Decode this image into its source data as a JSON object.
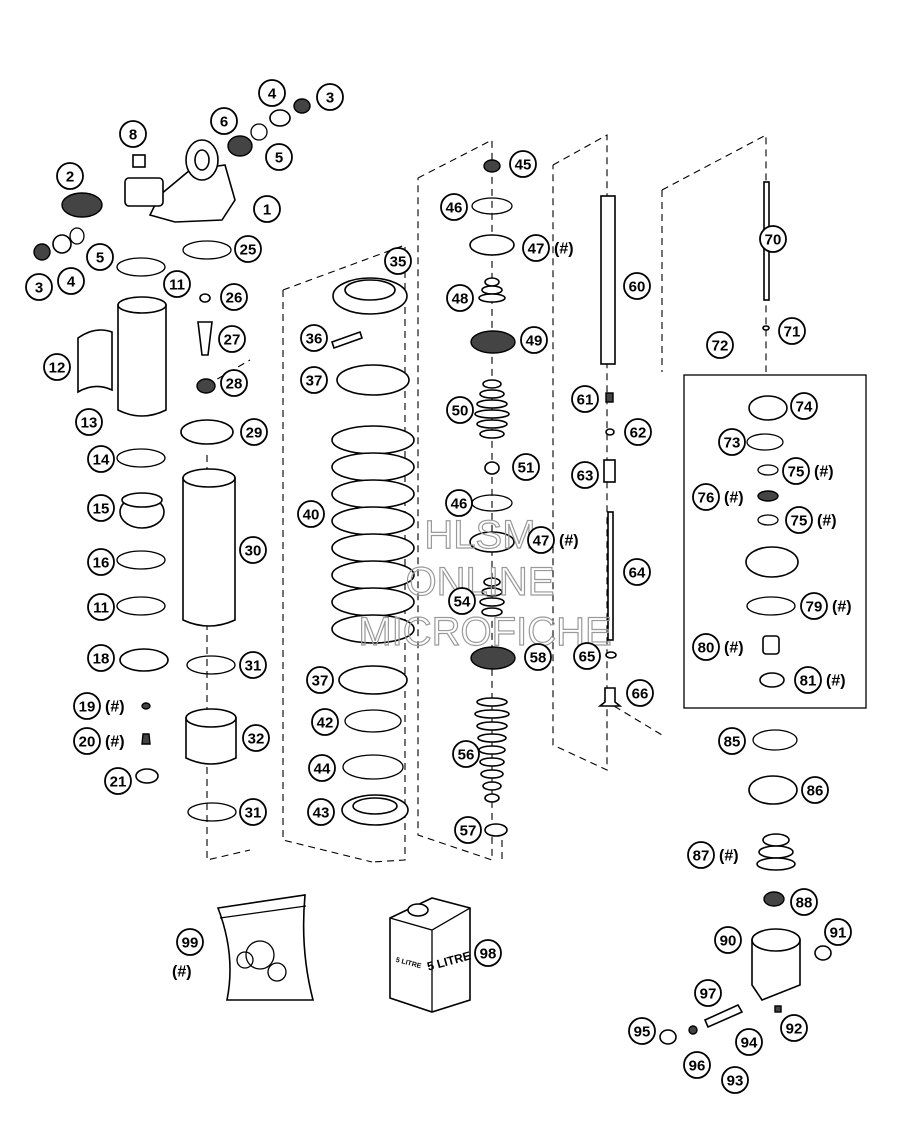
{
  "watermark": {
    "lines": [
      "HLSM",
      "ONLINE",
      "MICROFICHE"
    ]
  },
  "hash_mark": "(#)",
  "callouts": [
    {
      "n": "1"
    },
    {
      "n": "2"
    },
    {
      "n": "3"
    },
    {
      "n": "3b",
      "label": "3"
    },
    {
      "n": "4"
    },
    {
      "n": "4b",
      "label": "4"
    },
    {
      "n": "5"
    },
    {
      "n": "5b",
      "label": "5"
    },
    {
      "n": "6"
    },
    {
      "n": "8"
    },
    {
      "n": "11"
    },
    {
      "n": "11b",
      "label": "11"
    },
    {
      "n": "12"
    },
    {
      "n": "13"
    },
    {
      "n": "14"
    },
    {
      "n": "15"
    },
    {
      "n": "16"
    },
    {
      "n": "18"
    },
    {
      "n": "19",
      "hash": true
    },
    {
      "n": "20",
      "hash": true
    },
    {
      "n": "21"
    },
    {
      "n": "25"
    },
    {
      "n": "26"
    },
    {
      "n": "27"
    },
    {
      "n": "28"
    },
    {
      "n": "29"
    },
    {
      "n": "30"
    },
    {
      "n": "31"
    },
    {
      "n": "31b",
      "label": "31"
    },
    {
      "n": "32"
    },
    {
      "n": "35"
    },
    {
      "n": "36"
    },
    {
      "n": "37"
    },
    {
      "n": "37b",
      "label": "37"
    },
    {
      "n": "40"
    },
    {
      "n": "42"
    },
    {
      "n": "43"
    },
    {
      "n": "44"
    },
    {
      "n": "45"
    },
    {
      "n": "46"
    },
    {
      "n": "46b",
      "label": "46"
    },
    {
      "n": "47",
      "hash": true
    },
    {
      "n": "47b",
      "label": "47",
      "hash": true
    },
    {
      "n": "48"
    },
    {
      "n": "49"
    },
    {
      "n": "50"
    },
    {
      "n": "51"
    },
    {
      "n": "54"
    },
    {
      "n": "56"
    },
    {
      "n": "57"
    },
    {
      "n": "58"
    },
    {
      "n": "60"
    },
    {
      "n": "61"
    },
    {
      "n": "62"
    },
    {
      "n": "63"
    },
    {
      "n": "64"
    },
    {
      "n": "65"
    },
    {
      "n": "66"
    },
    {
      "n": "70"
    },
    {
      "n": "71"
    },
    {
      "n": "72"
    },
    {
      "n": "73"
    },
    {
      "n": "74"
    },
    {
      "n": "75",
      "hash": true
    },
    {
      "n": "75b",
      "label": "75",
      "hash": true
    },
    {
      "n": "76",
      "hash": true
    },
    {
      "n": "79",
      "hash": true
    },
    {
      "n": "80",
      "hash": true
    },
    {
      "n": "81",
      "hash": true
    },
    {
      "n": "85"
    },
    {
      "n": "86"
    },
    {
      "n": "87",
      "hash": true
    },
    {
      "n": "88"
    },
    {
      "n": "90"
    },
    {
      "n": "91"
    },
    {
      "n": "92"
    },
    {
      "n": "93"
    },
    {
      "n": "94"
    },
    {
      "n": "95"
    },
    {
      "n": "96"
    },
    {
      "n": "97"
    },
    {
      "n": "98"
    },
    {
      "n": "99"
    }
  ],
  "box_labels": {
    "oil_can": "5 LITRE",
    "oil_can_side": "5 LITRE"
  }
}
